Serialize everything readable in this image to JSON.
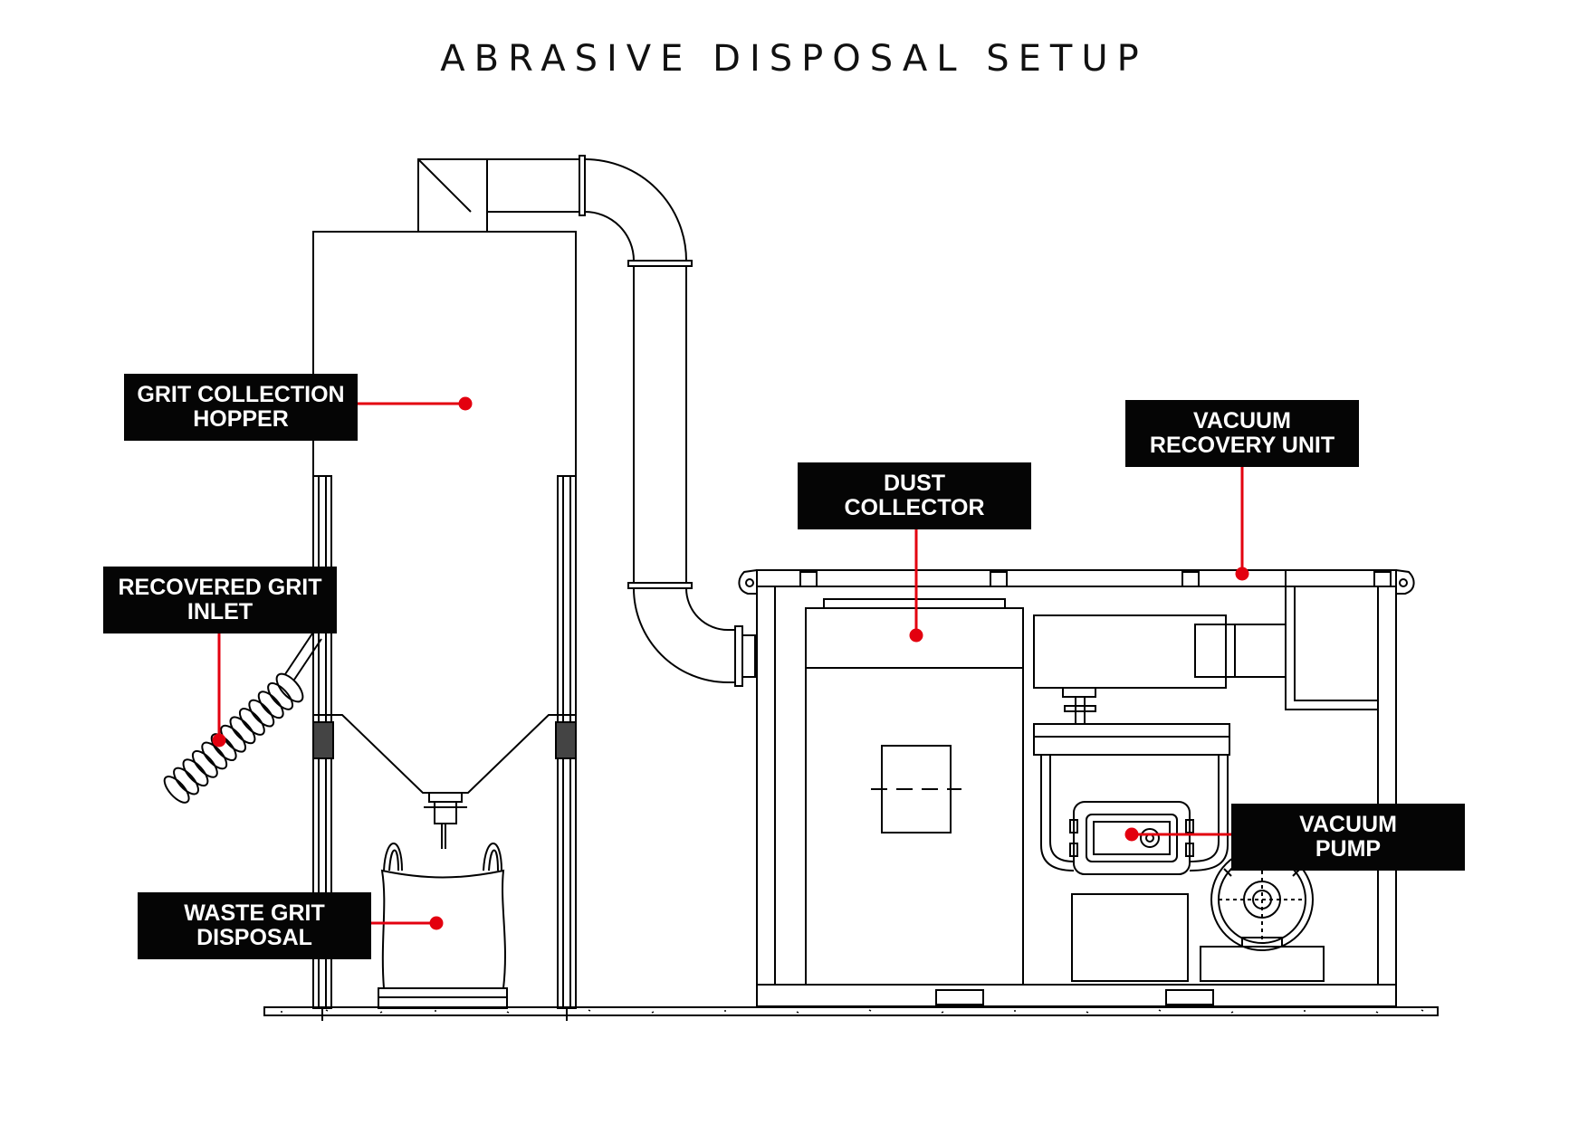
{
  "title": "ABRASIVE DISPOSAL SETUP",
  "colors": {
    "callout_dot": "#e3000f",
    "callout_line": "#e3000f",
    "label_bg": "#050505",
    "label_text": "#ffffff",
    "linework": "#000000"
  },
  "labels": {
    "hopper": {
      "line1": "GRIT COLLECTION",
      "line2": "HOPPER"
    },
    "inlet": {
      "line1": "RECOVERED GRIT",
      "line2": "INLET"
    },
    "waste": {
      "line1": "WASTE GRIT",
      "line2": "DISPOSAL"
    },
    "dust": {
      "line1": "DUST",
      "line2": "COLLECTOR"
    },
    "vru": {
      "line1": "VACUUM",
      "line2": "RECOVERY UNIT"
    },
    "pump": {
      "line1": "VACUUM",
      "line2": "PUMP"
    }
  }
}
